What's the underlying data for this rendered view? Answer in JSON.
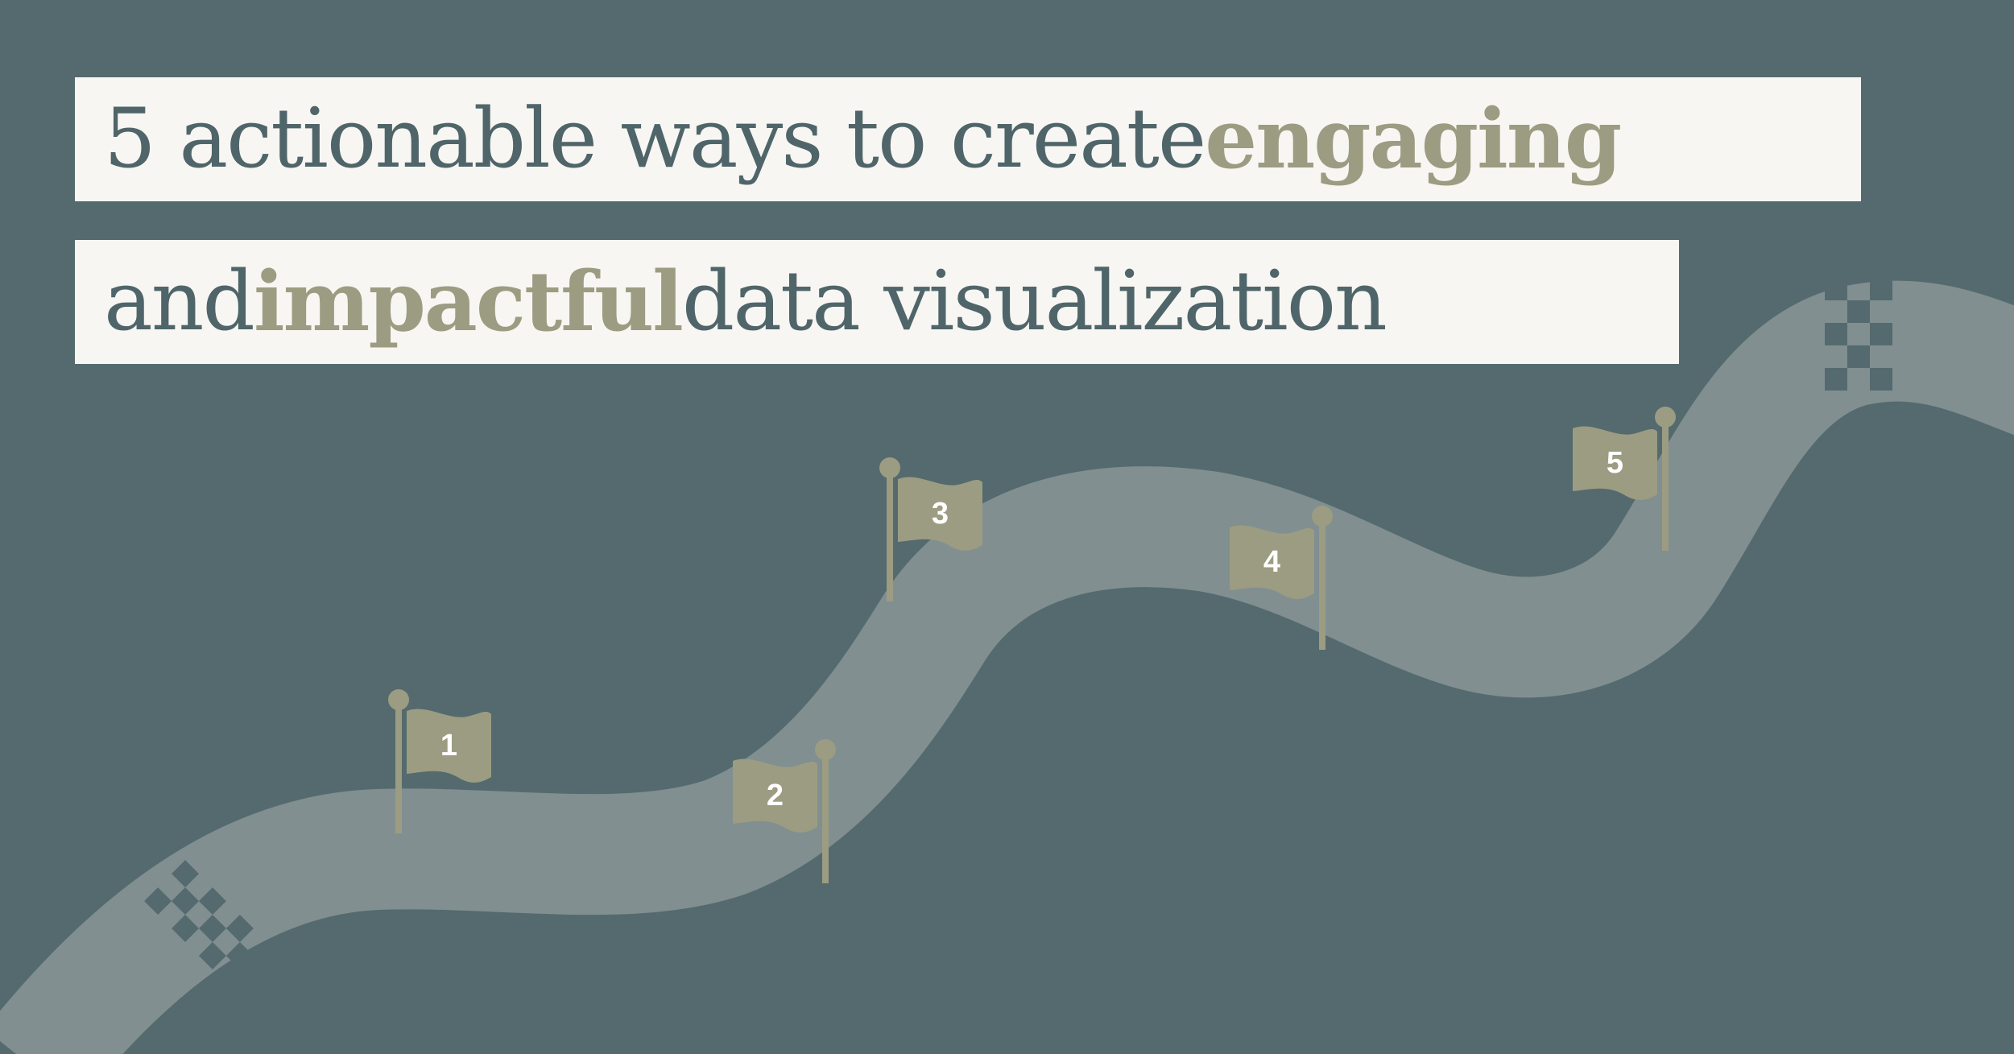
{
  "colors": {
    "background": "#546a6e",
    "road": "#818f91",
    "flag": "#9c9c82",
    "title_band": "#f7f6f2",
    "title_text": "#4f6569",
    "highlight_text": "#9c9c82"
  },
  "title": {
    "line1": {
      "before": "5 actionable ways to create ",
      "highlight": "engaging"
    },
    "line2": {
      "before": "and ",
      "highlight": "impactful",
      "after": " data visualization"
    }
  },
  "milestones": [
    {
      "label": "1",
      "icon": "flag-icon"
    },
    {
      "label": "2",
      "icon": "flag-icon"
    },
    {
      "label": "3",
      "icon": "flag-icon"
    },
    {
      "label": "4",
      "icon": "flag-icon"
    },
    {
      "label": "5",
      "icon": "flag-icon"
    }
  ],
  "decorations": {
    "start_marker": "checkered-start-icon",
    "finish_marker": "checkered-finish-icon"
  }
}
